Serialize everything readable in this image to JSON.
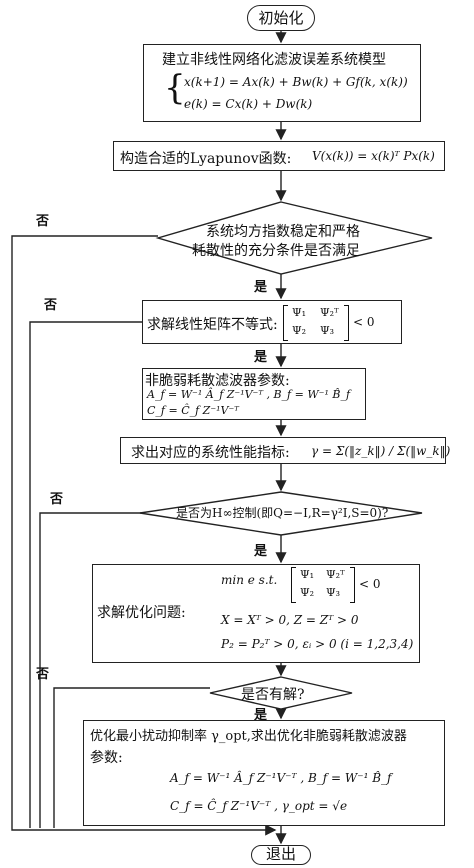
{
  "start": "初始化",
  "end": "退出",
  "step1": {
    "title": "建立非线性网络化滤波误差系统模型",
    "eq1": "x(k+1) = Ax(k) + Bw(k) + Gf(k, x(k))",
    "eq2": "e(k) = Cx(k) + Dw(k)"
  },
  "step2": {
    "text": "构造合适的Lyapunov函数:",
    "eq": "V(x(k)) = x(k)ᵀ Px(k)"
  },
  "decision1": {
    "line1": "系统均方指数稳定和严格",
    "line2": "耗散性的充分条件是否满足",
    "yes": "是",
    "no": "否"
  },
  "step3": {
    "text": "求解线性矩阵不等式:",
    "m11": "Ψ₁",
    "m12": "Ψ₂ᵀ",
    "m21": "Ψ₂",
    "m22": "Ψ₃",
    "rhs": "< 0",
    "yes": "是",
    "no": "否"
  },
  "step4": {
    "title": "非脆弱耗散滤波器参数:",
    "eq1": "A_f = W⁻¹ Â_f Z⁻¹V⁻ᵀ ,  B_f = W⁻¹ B̂_f",
    "eq2": "C_f = Ĉ_f Z⁻¹V⁻ᵀ"
  },
  "step5": {
    "text": "求出对应的系统性能指标:",
    "eq": "γ = Σ(‖z_k‖) / Σ(‖w_k‖)"
  },
  "decision2": {
    "text": "是否为H∞控制(即Q=−I,R=γ²I,S=0)?",
    "yes": "是",
    "no": "否"
  },
  "step6": {
    "label": "求解优化问题:",
    "min": "min e  s.t.",
    "m11": "Ψ₁",
    "m12": "Ψ₂ᵀ",
    "m21": "Ψ₂",
    "m22": "Ψ₃",
    "rhs": "< 0",
    "eq2": "X = Xᵀ > 0, Z = Zᵀ > 0",
    "eq3": "P₂ = P₂ᵀ > 0, εᵢ > 0 (i = 1,2,3,4)"
  },
  "decision3": {
    "text": "是否有解?",
    "yes": "是",
    "no": "否"
  },
  "step7": {
    "line1": "优化最小扰动抑制率 γ_opt,求出优化非脆弱耗散滤波器",
    "line2": "参数:",
    "eq1": "A_f = W⁻¹ Â_f Z⁻¹V⁻ᵀ ,  B_f = W⁻¹ B̂_f",
    "eq2": "C_f = Ĉ_f Z⁻¹V⁻ᵀ ,   γ_opt = √e"
  }
}
